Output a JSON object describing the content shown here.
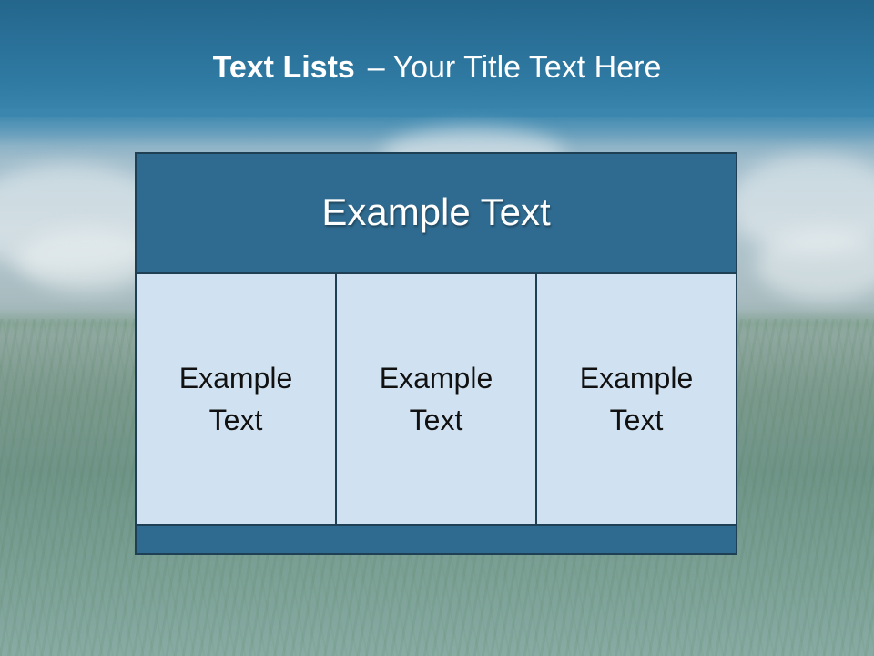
{
  "slide": {
    "title_bold": "Text Lists",
    "title_rest": "– Your Title Text Here",
    "header_text": "Example Text",
    "columns": [
      {
        "text": "Example Text"
      },
      {
        "text": "Example Text"
      },
      {
        "text": "Example Text"
      }
    ]
  },
  "colors": {
    "title_band": "#2f7aa3",
    "panel_dark": "#2f6b90",
    "panel_light": "#d0e2f1",
    "border": "#1f3f55",
    "title_text": "#ffffff",
    "body_text": "#111111"
  }
}
